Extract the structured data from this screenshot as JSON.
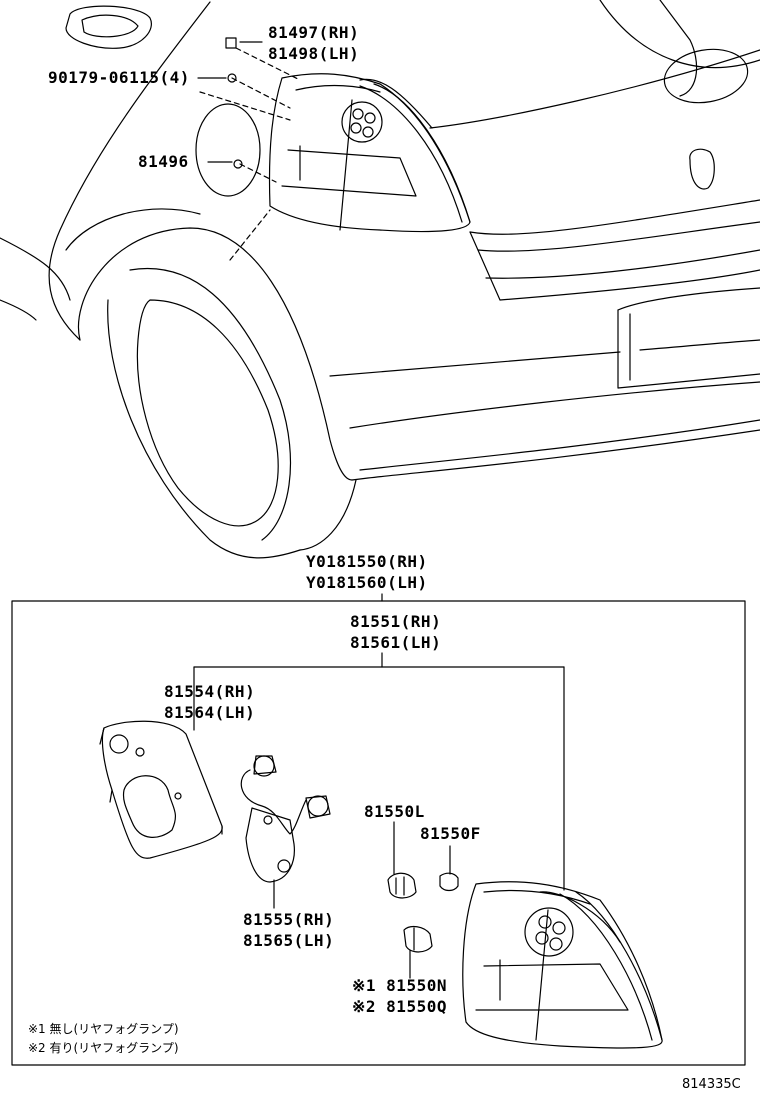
{
  "labels": {
    "clip_rh": "81497(RH)",
    "clip_lh": "81498(LH)",
    "nut": "90179-06115(4)",
    "grommet": "81496",
    "assy_rh": "Y0181550(RH)",
    "assy_lh": "Y0181560(LH)",
    "lens_rh": "81551(RH)",
    "lens_lh": "81561(LH)",
    "gasket_rh": "81554(RH)",
    "gasket_lh": "81564(LH)",
    "socket_rh": "81555(RH)",
    "socket_lh": "81565(LH)",
    "bulb_l": "81550L",
    "bulb_f": "81550F",
    "bulb_n": "※1 81550N",
    "bulb_q": "※2 81550Q"
  },
  "notes": [
    "※1 無し(リヤフォグランプ)",
    "※2 有り(リヤフォグランプ)"
  ],
  "figure_code": "814335C"
}
